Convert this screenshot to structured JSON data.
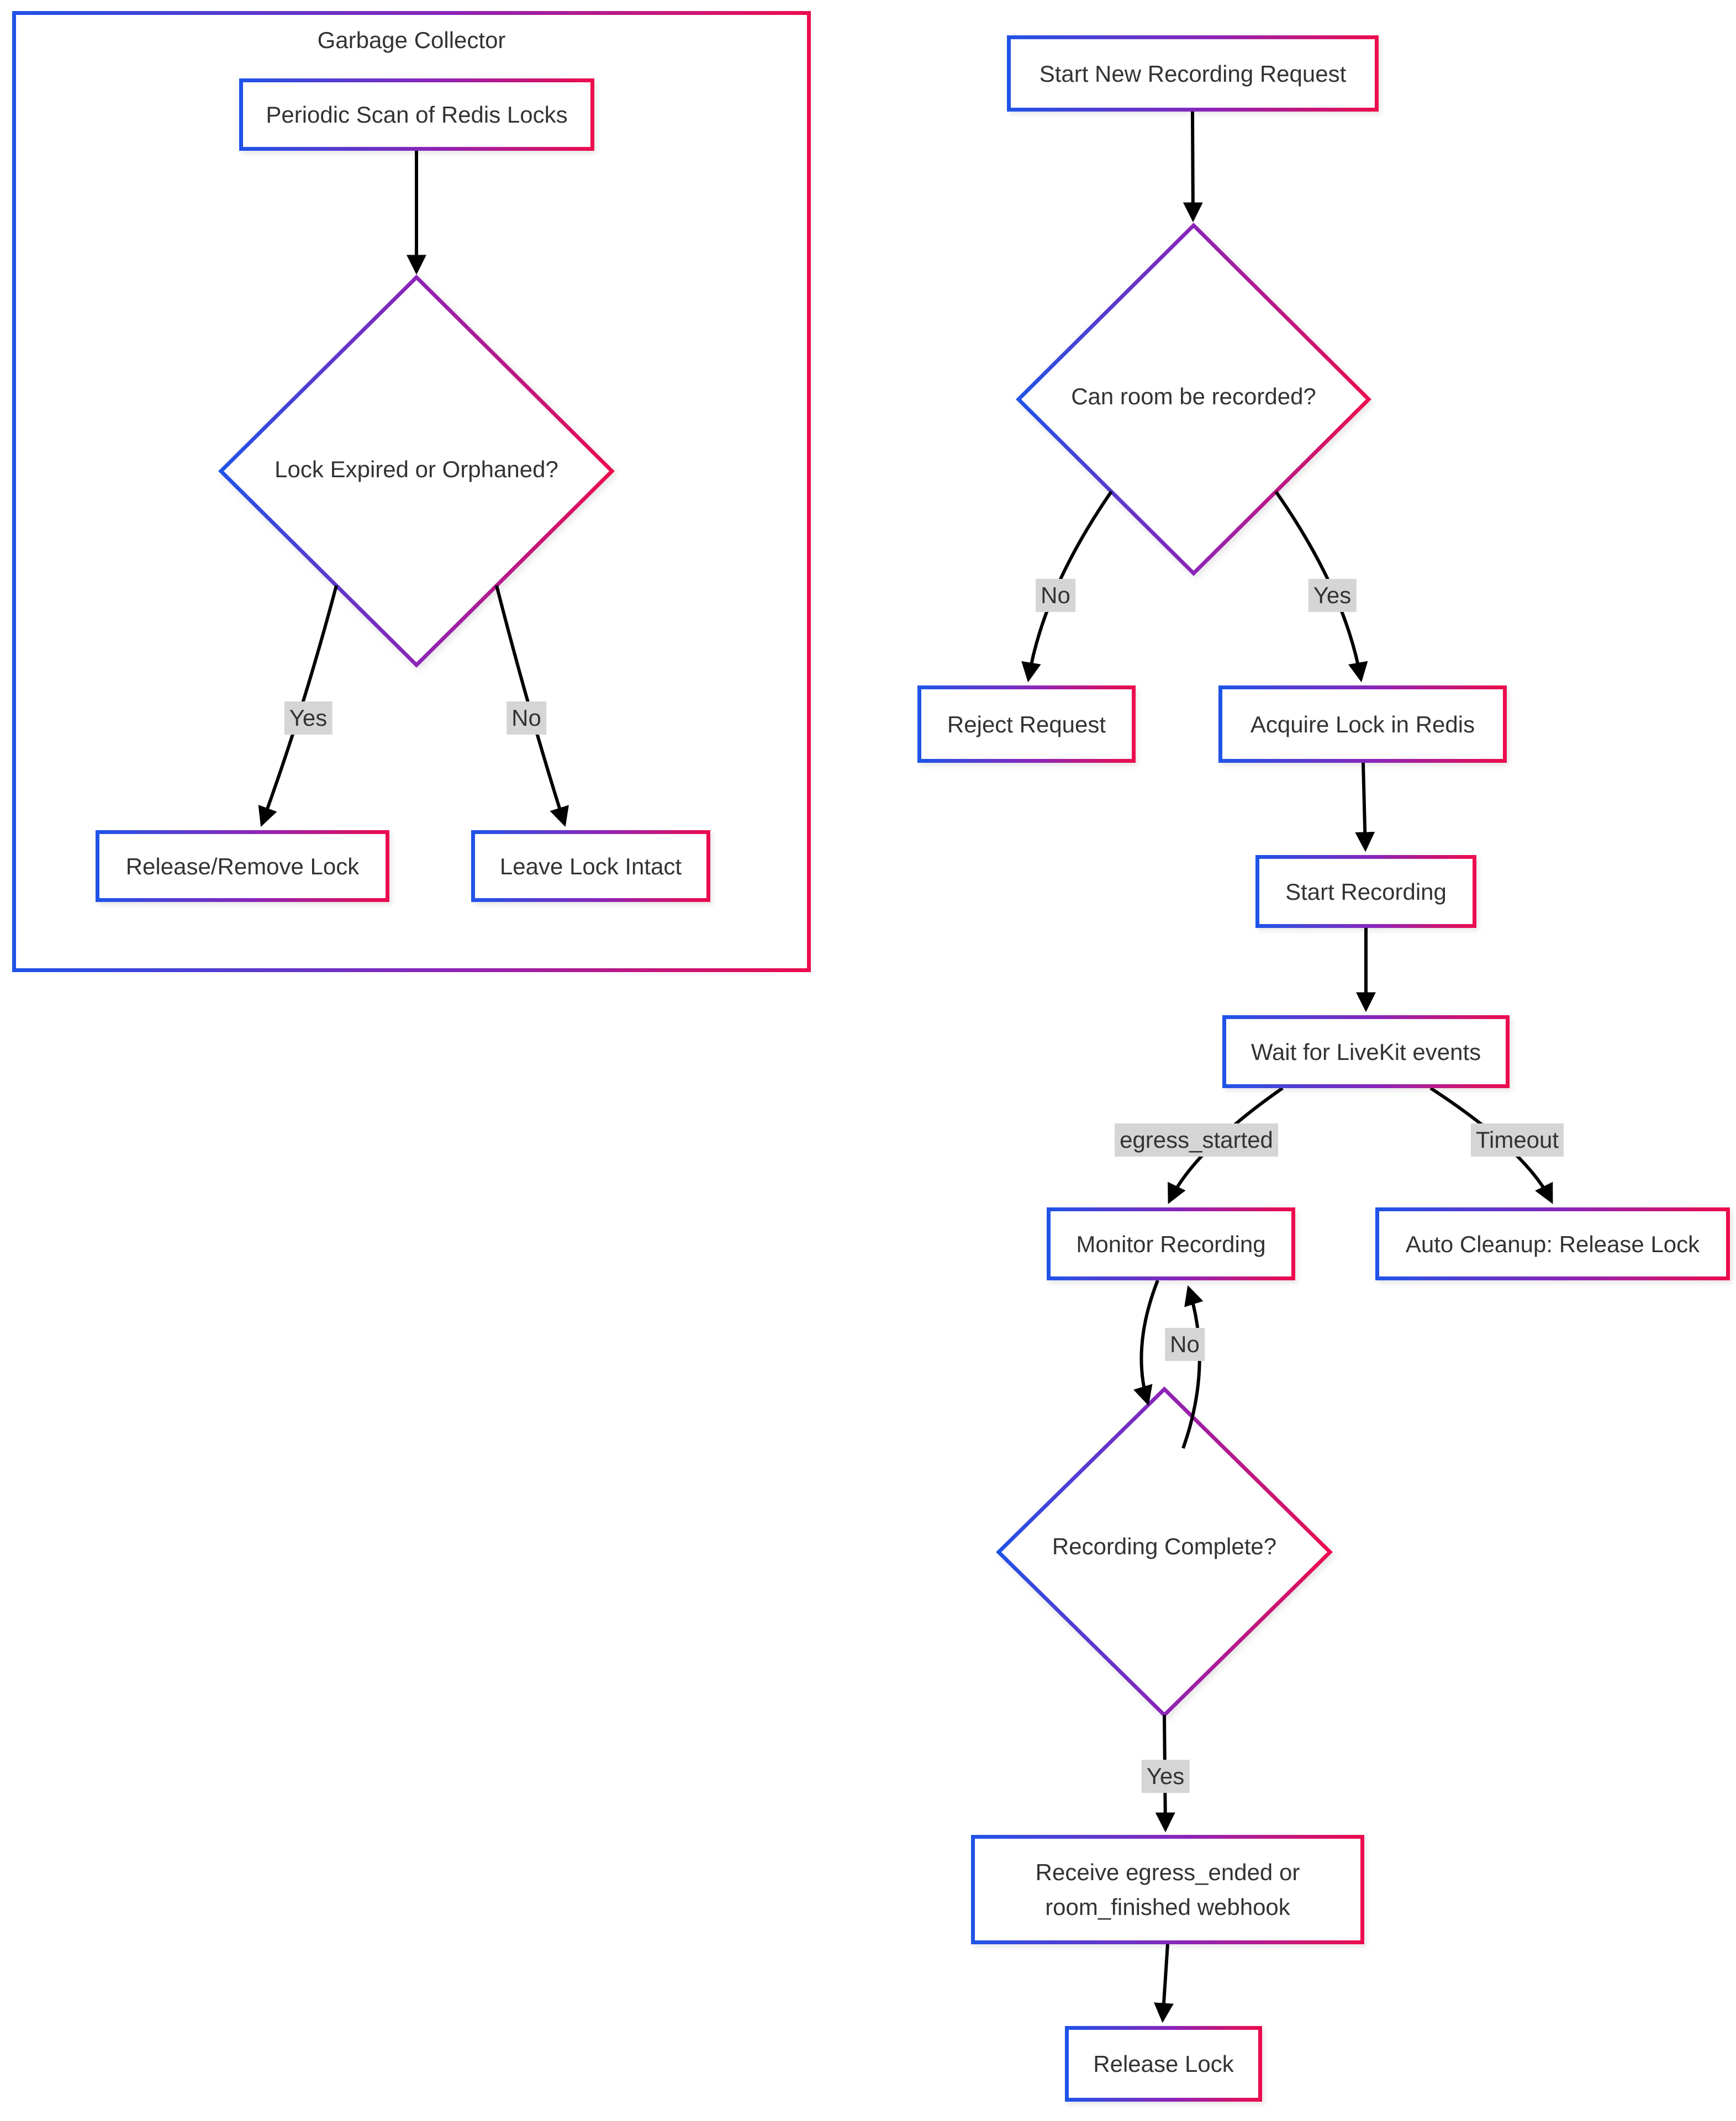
{
  "subgraph": {
    "title": "Garbage Collector",
    "nodes": {
      "periodic_scan": "Periodic Scan of Redis Locks",
      "lock_expired": "Lock Expired or Orphaned?",
      "release_remove": "Release/Remove Lock",
      "leave_intact": "Leave Lock Intact"
    },
    "edge_labels": {
      "yes": "Yes",
      "no": "No"
    }
  },
  "main_flow": {
    "nodes": {
      "start_request": "Start New Recording Request",
      "can_record": "Can room be recorded?",
      "reject_request": "Reject Request",
      "acquire_lock": "Acquire Lock in Redis",
      "start_recording": "Start Recording",
      "wait_events": "Wait for LiveKit events",
      "monitor_recording": "Monitor Recording",
      "auto_cleanup": "Auto Cleanup: Release Lock",
      "recording_complete": "Recording Complete?",
      "receive_webhook": "Receive egress_ended or room_finished webhook",
      "release_lock": "Release Lock"
    },
    "edge_labels": {
      "no": "No",
      "yes": "Yes",
      "egress_started": "egress_started",
      "timeout": "Timeout",
      "loop_no": "No",
      "complete_yes": "Yes"
    }
  },
  "colors": {
    "gradient_blue": "#2053e8",
    "gradient_purple": "#8c24b8",
    "gradient_red": "#ec0c4e",
    "edge_label_bg": "#d5d5d5",
    "node_fill": "#ffffff",
    "text": "#333333",
    "arrow": "#000000"
  }
}
